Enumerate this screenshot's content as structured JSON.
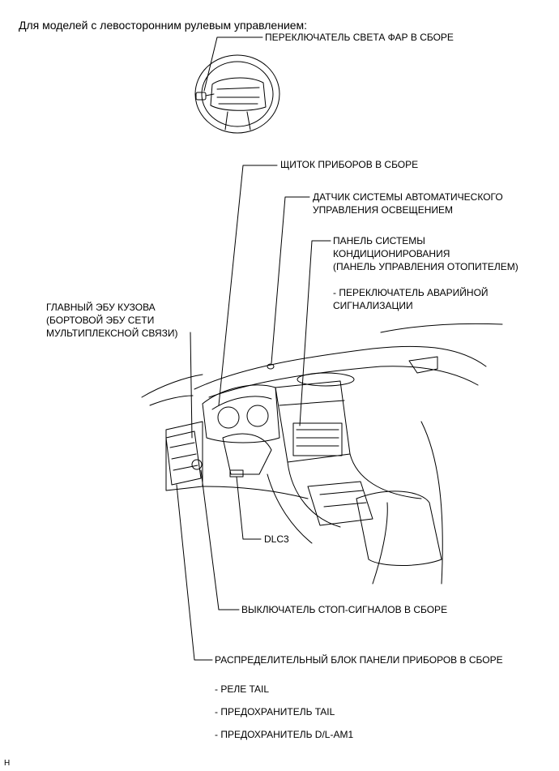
{
  "heading": "Для моделей с левосторонним рулевым управлением:",
  "labels": {
    "headlight_switch": "ПЕРЕКЛЮЧАТЕЛЬ СВЕТА ФАР В СБОРЕ",
    "instrument_cluster": "ЩИТОК ПРИБОРОВ В СБОРЕ",
    "auto_light_sensor": [
      "ДАТЧИК СИСТЕМЫ АВТОМАТИЧЕСКОГО",
      "УПРАВЛЕНИЯ ОСВЕЩЕНИЕМ"
    ],
    "ac_panel": [
      "ПАНЕЛЬ СИСТЕМЫ",
      "КОНДИЦИОНИРОВАНИЯ",
      "(ПАНЕЛЬ УПРАВЛЕНИЯ ОТОПИТЕЛЕМ)"
    ],
    "hazard_switch": [
      "- ПЕРЕКЛЮЧАТЕЛЬ АВАРИЙНОЙ",
      "СИГНАЛИЗАЦИИ"
    ],
    "main_body_ecu": [
      "ГЛАВНЫЙ ЭБУ КУЗОВА",
      "(БОРТОВОЙ ЭБУ СЕТИ",
      "МУЛЬТИПЛЕКСНОЙ СВЯЗИ)"
    ],
    "dlc3": "DLC3",
    "stop_light_switch": "ВЫКЛЮЧАТЕЛЬ СТОП-СИГНАЛОВ В СБОРЕ",
    "junction_block": "РАСПРЕДЕЛИТЕЛЬНЫЙ БЛОК ПАНЕЛИ ПРИБОРОВ В СБОРЕ",
    "sub_items": [
      "- РЕЛЕ TAIL",
      "- ПРЕДОХРАНИТЕЛЬ TAIL",
      "- ПРЕДОХРАНИТЕЛЬ D/L-AM1"
    ]
  },
  "footer_mark": "H"
}
